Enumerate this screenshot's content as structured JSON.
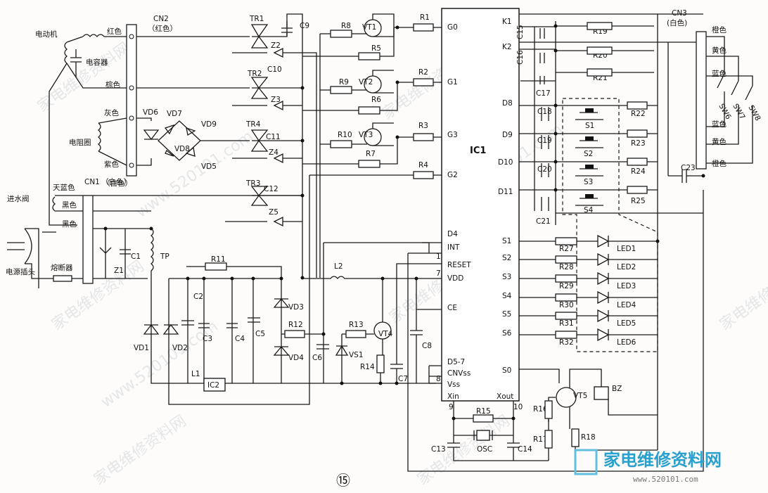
{
  "labels": {
    "motor": "电动机",
    "capacitor": "电容器",
    "heater": "电阻圈",
    "inlet_valve": "进水阀",
    "plug": "电源插头",
    "fuse": "熔断器",
    "cn1": "CN1",
    "cn2": "CN2",
    "cn2_color": "（红色）",
    "cn3": "CN3",
    "cn3_color": "(白色)",
    "white": "（白色）",
    "red": "红色",
    "brown": "棕色",
    "gray": "灰色",
    "purple": "紫色",
    "skyblue": "天蓝色",
    "black": "黑色",
    "orange": "橙色",
    "yellow": "黄色",
    "blue": "蓝色",
    "ic1": "IC1",
    "ic2": "IC2",
    "tp": "TP",
    "osc": "OSC",
    "bz": "BZ",
    "figure": "⑮"
  },
  "ic1_left_pins": [
    "G0",
    "G1",
    "G3",
    "G2",
    "D4",
    "INT",
    "RESET",
    "VDD",
    "CE",
    "D5-7",
    "CNVss",
    "Vss",
    "Xin"
  ],
  "ic1_left_nums": [
    "1",
    "7",
    "8"
  ],
  "ic1_right_pins": [
    "K1",
    "K2",
    "D8",
    "D9",
    "D10",
    "D11",
    "S1",
    "S2",
    "S3",
    "S4",
    "S5",
    "S6",
    "S0",
    "Xout"
  ],
  "ic1_bottom": [
    "9",
    "10"
  ],
  "resistors": [
    "R1",
    "R2",
    "R3",
    "R4",
    "R5",
    "R6",
    "R7",
    "R8",
    "R9",
    "R10",
    "R11",
    "R12",
    "R13",
    "R14",
    "R15",
    "R16",
    "R17",
    "R18",
    "R19",
    "R20",
    "R21",
    "R22",
    "R23",
    "R24",
    "R25",
    "R27",
    "R28",
    "R29",
    "R30",
    "R31",
    "R32"
  ],
  "capacitors": [
    "C1",
    "C2",
    "C3",
    "C4",
    "C5",
    "C6",
    "C7",
    "C8",
    "C9",
    "C10",
    "C11",
    "C12",
    "C13",
    "C14",
    "C15",
    "C16",
    "C17",
    "C18",
    "C19",
    "C20",
    "C21",
    "C23"
  ],
  "triacs": [
    "TR1",
    "TR2",
    "TR4",
    "TR3"
  ],
  "transistors": [
    "VT1",
    "VT2",
    "VT3",
    "VT4",
    "VT5"
  ],
  "zeners": [
    "Z1",
    "Z2",
    "Z3",
    "Z4",
    "Z5",
    "VS1"
  ],
  "diodes": [
    "VD1",
    "VD2",
    "VD3",
    "VD4",
    "VD5",
    "VD6",
    "VD7",
    "VD8",
    "VD9"
  ],
  "switches": [
    "S1",
    "S2",
    "S3",
    "S4"
  ],
  "sw_labels": [
    "SW6",
    "SW7",
    "SW8"
  ],
  "leds": [
    "LED1",
    "LED2",
    "LED3",
    "LED4",
    "LED5",
    "LED6"
  ],
  "misc": [
    "L1",
    "L2"
  ],
  "watermark_cn": "家电维修资料网",
  "watermark_url": "www.520101.com",
  "logo_cn": "家电维修资料网",
  "logo_url": "www.520101.com"
}
